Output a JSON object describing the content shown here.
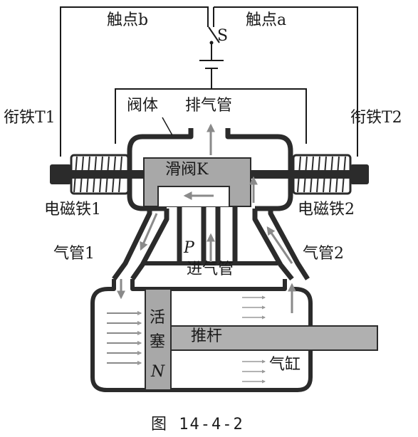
{
  "labels": {
    "contact_b": "触点b",
    "contact_a": "触点a",
    "switch": "S",
    "valve_body": "阀体",
    "exhaust_pipe": "排气管",
    "armature_1": "衔铁T1",
    "armature_2": "衔铁T2",
    "slide_valve": "滑阀K",
    "electromagnet_1": "电磁铁1",
    "electromagnet_2": "电磁铁2",
    "air_pipe_1": "气管1",
    "air_pipe_2": "气管2",
    "port_p": "P",
    "inlet_pipe": "进气管",
    "piston_line1": "活",
    "piston_line2": "塞",
    "piston_n": "N",
    "push_rod": "推杆",
    "cylinder": "气缸"
  },
  "caption": "图 14-4-2",
  "colors": {
    "line": "#1a1a1a",
    "wall": "#2b2b2b",
    "fill": "#a8a8a8",
    "arrow": "#8a8a8a",
    "coil_bg": "#ffffff"
  }
}
